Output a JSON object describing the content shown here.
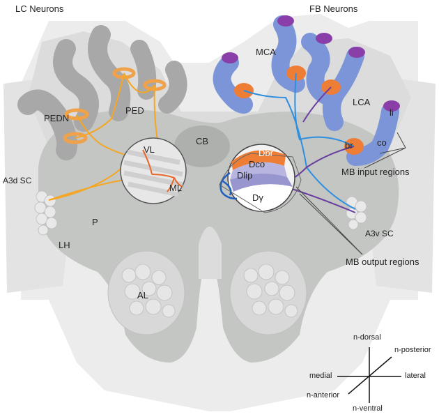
{
  "titles": {
    "lc": "LC Neurons",
    "fb": "FB Neurons"
  },
  "left": {
    "pedn": "PEDN",
    "ped": "PED",
    "vl": "VL",
    "ml": "ML",
    "a3d": "A3d SC",
    "p": "P",
    "lh": "LH"
  },
  "center": {
    "cb": "CB",
    "al": "AL"
  },
  "right": {
    "mca": "MCA",
    "lca": "LCA",
    "li": "li",
    "br": "br",
    "co": "co",
    "input_regions": "MB input regions",
    "dbr": "Dbr",
    "dco": "Dco",
    "dlip": "Dlip",
    "dgamma": "Dγ",
    "a3v": "A3v SC",
    "output_regions": "MB output regions"
  },
  "axes": {
    "dorsal": "n-dorsal",
    "posterior": "n-posterior",
    "medial": "medial",
    "lateral": "lateral",
    "anterior": "n-anterior",
    "ventral": "n-ventral"
  },
  "colors": {
    "brain_outer": "#ededed",
    "brain_mid": "#d6d6d6",
    "brain_core": "#c3c6c3",
    "lc_orange": "#f5a623",
    "fb_blue": "#6b8fd6",
    "fb_purple": "#7a3fa0",
    "region_orange": "#ee7d36"
  }
}
